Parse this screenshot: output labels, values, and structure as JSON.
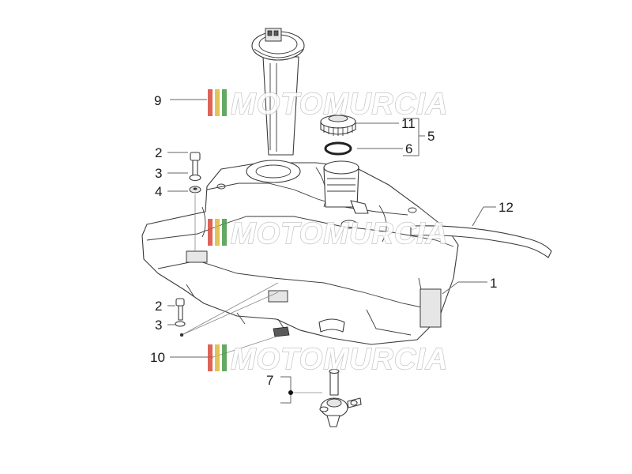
{
  "watermark": {
    "text": "MOTOMURCIA",
    "stripe_colors": [
      "#d94a3a",
      "#e0b93a",
      "#4a9a4a"
    ],
    "outline_color": "#b9b9b9"
  },
  "callouts": {
    "label_1": "1",
    "label_2_top": "2",
    "label_3_top": "3",
    "label_4": "4",
    "label_5": "5",
    "label_6": "6",
    "label_7": "7",
    "label_9": "9",
    "label_10": "10",
    "label_11": "11",
    "label_12": "12",
    "label_2_bottom": "2",
    "label_3_bottom": "3"
  }
}
